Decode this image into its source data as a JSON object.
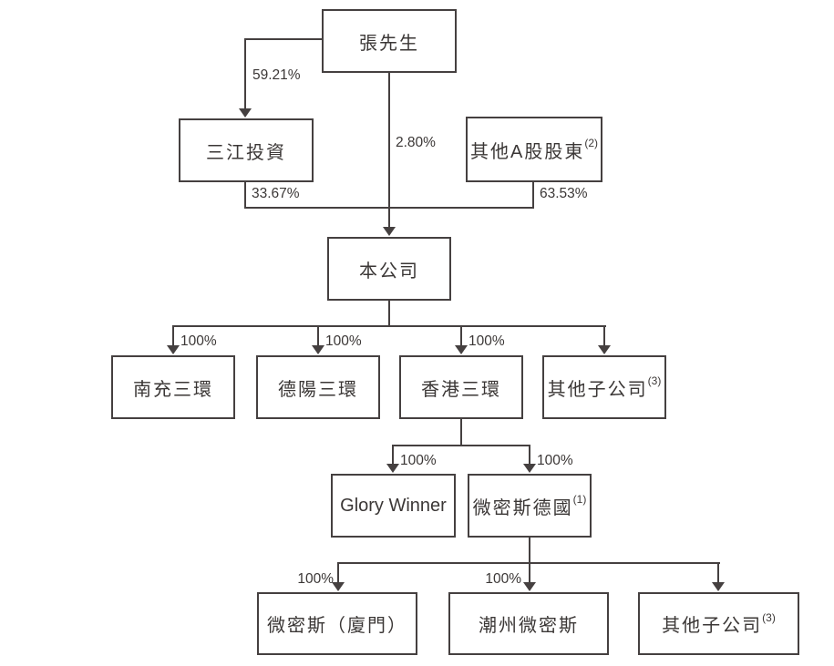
{
  "diagram": {
    "title": "shareholding-structure-chart",
    "nodes": {
      "zhang": {
        "label": "張先生"
      },
      "sanjiang": {
        "label": "三江投資"
      },
      "other_a": {
        "label": "其他A股股東",
        "sup": "(2)"
      },
      "company": {
        "label": "本公司"
      },
      "nanchong": {
        "label": "南充三環"
      },
      "deyang": {
        "label": "德陽三環"
      },
      "hongkong": {
        "label": "香港三環"
      },
      "other_subs_mid": {
        "label": "其他子公司",
        "sup": "(3)"
      },
      "glory": {
        "label": "Glory Winner"
      },
      "vermes_de": {
        "label": "微密斯德國",
        "sup": "(1)"
      },
      "vermes_xiamen": {
        "label": "微密斯（廈門）"
      },
      "chaozhou": {
        "label": "潮州微密斯"
      },
      "other_subs_bot": {
        "label": "其他子公司",
        "sup": "(3)"
      }
    },
    "edge_labels": {
      "zhang_sanjiang": "59.21%",
      "zhang_company": "2.80%",
      "sanjiang_company": "33.67%",
      "other_a_company": "63.53%",
      "company_nanchong": "100%",
      "company_deyang": "100%",
      "company_hongkong": "100%",
      "hongkong_glory": "100%",
      "hongkong_vermes": "100%",
      "vermes_xiamen_pct": "100%",
      "vermes_chaozhou_pct": "100%"
    },
    "colors": {
      "line": "#454040",
      "text": "#3b3736",
      "background": "#ffffff"
    }
  }
}
